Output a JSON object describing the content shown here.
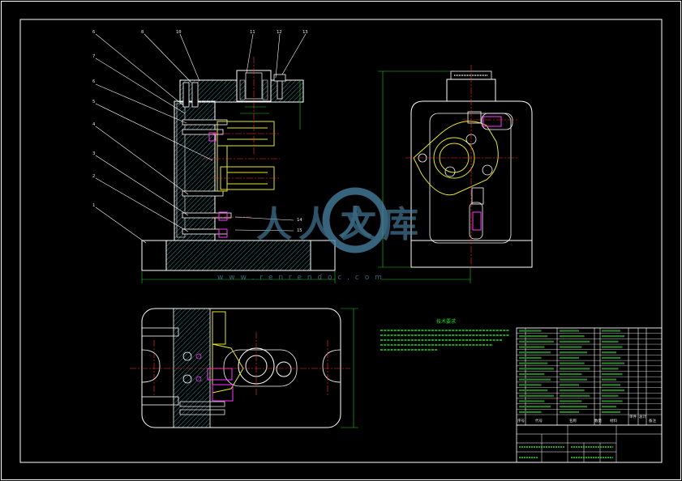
{
  "colors": {
    "background": "#000000",
    "outline": "#ffffff",
    "hatch": "#2f8f8f",
    "center": "#ff3030",
    "dimension": "#22cc22",
    "part_yellow": "#e6e62a",
    "part_magenta": "#ff33ff",
    "watermark": "#4a84a6",
    "notes": "#22dd22"
  },
  "watermark": {
    "logo_char": "人",
    "text": "人人文库",
    "url": "w w w . r e n r e n d o c . c o m"
  },
  "balloons": [
    "6",
    "8",
    "10",
    "11",
    "12",
    "13",
    "7",
    "6",
    "5",
    "4",
    "3",
    "2",
    "1",
    "14",
    "15"
  ],
  "notes": {
    "title": "技术要求",
    "lines": [
      "",
      "",
      "",
      ""
    ]
  },
  "bom": {
    "rows": [
      "",
      "",
      "",
      "",
      "",
      "",
      "",
      "",
      "",
      "",
      "",
      "",
      "",
      "",
      "",
      ""
    ],
    "header": [
      "序号",
      "代号",
      "名称",
      "数量",
      "材料",
      "单件",
      "总计",
      "备注"
    ]
  },
  "title_block": {
    "rows": [
      "",
      "",
      "",
      ""
    ]
  }
}
